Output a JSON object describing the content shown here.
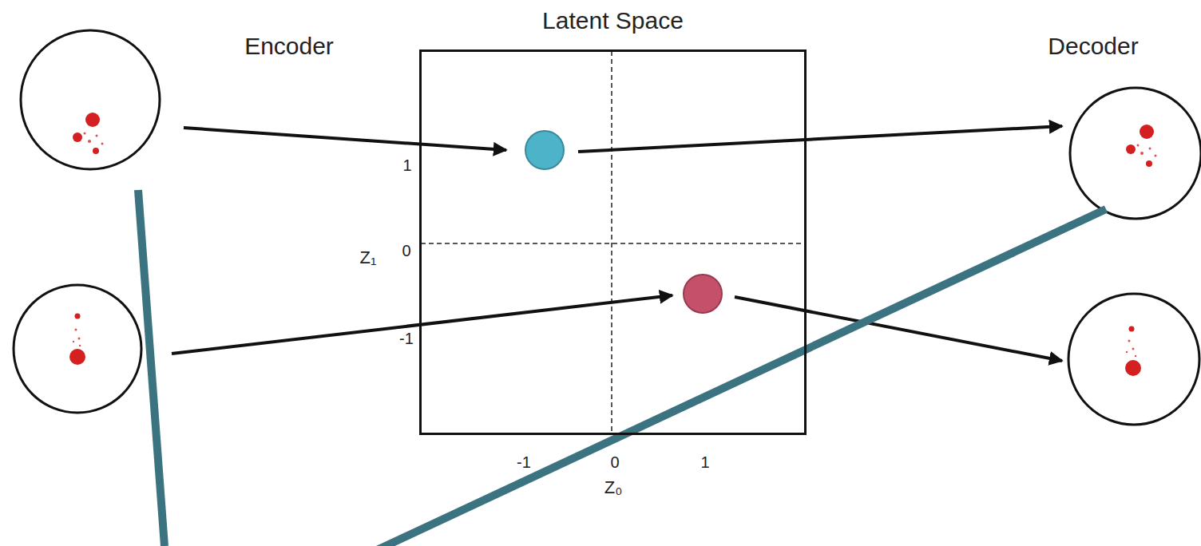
{
  "diagram": {
    "nodes": [
      {
        "text": [
          "Latent Space"
        ]
      }
    ],
    "labels": [
      "Encoder",
      "Decoder",
      "1",
      "0",
      "-1",
      "Z₁",
      "-1",
      "0",
      "1",
      "Z₀"
    ]
  }
}
